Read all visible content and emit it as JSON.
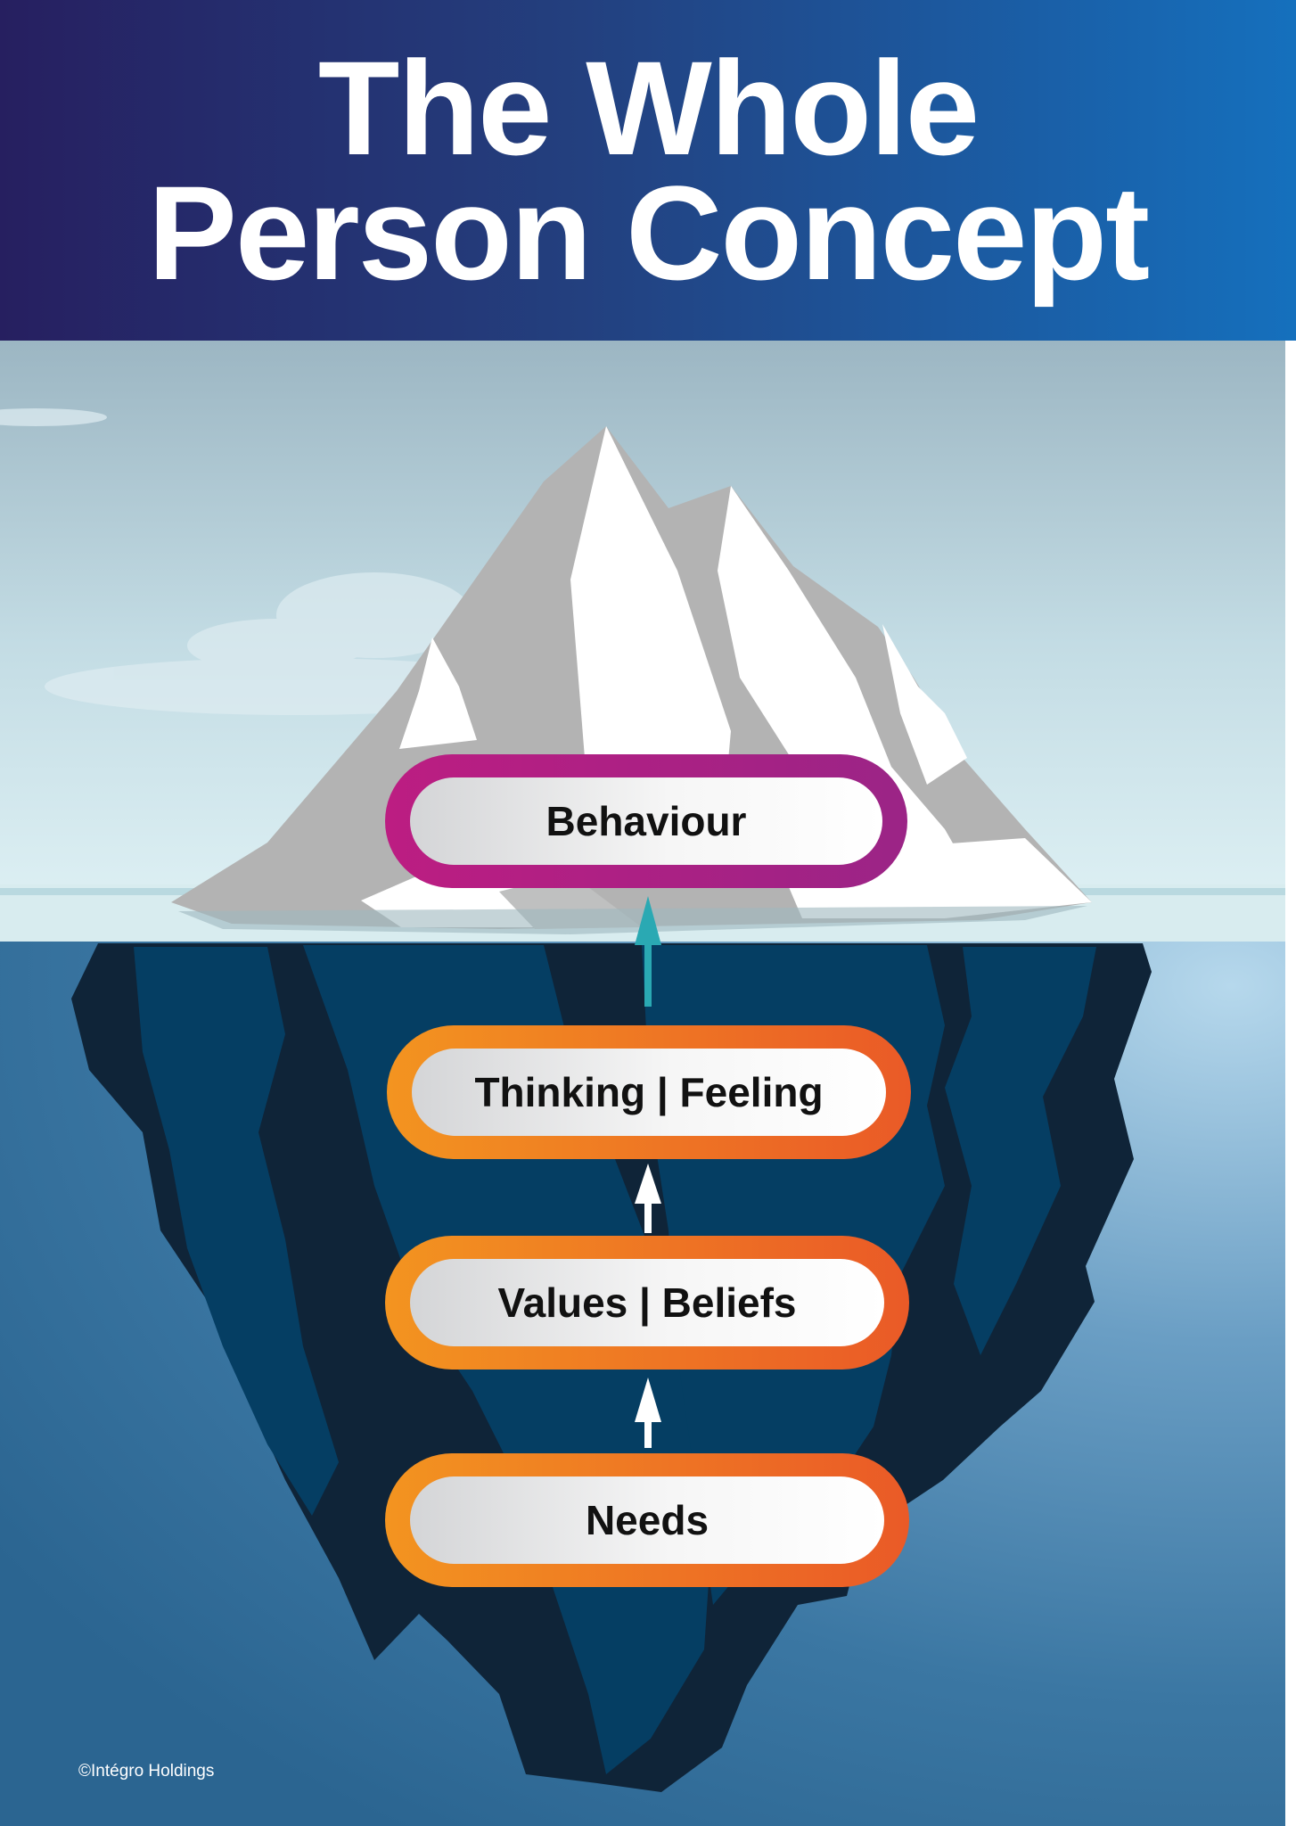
{
  "title": {
    "line1": "The Whole",
    "line2": "Person Concept"
  },
  "levels": [
    {
      "label": "Behaviour",
      "ring_color": "#b51f84"
    },
    {
      "label": "Thinking | Feeling",
      "ring_color": "#ee7423"
    },
    {
      "label": "Values | Beliefs",
      "ring_color": "#ee7423"
    },
    {
      "label": "Needs",
      "ring_color": "#ee7423"
    }
  ],
  "arrow_colors": {
    "above_water": "#2aa9b3",
    "below_water": "#ffffff"
  },
  "colors": {
    "header_start": "#261f60",
    "header_end": "#1570bd",
    "sky": "#a7c2cd",
    "water": "#3d7ba8",
    "ice_white": "#ffffff",
    "ice_shadow": "#b3b3b3",
    "underwater_ice": "#0f2438"
  },
  "footer": {
    "copyright": "©Intégro Holdings"
  }
}
